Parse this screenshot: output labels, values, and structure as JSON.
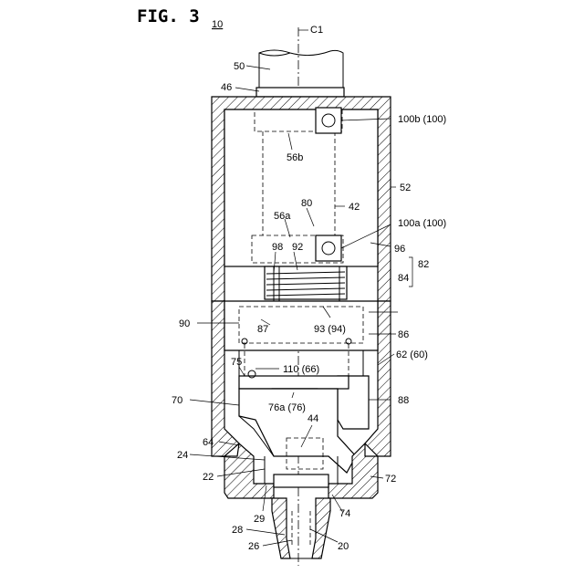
{
  "figure": {
    "title": "FIG. 3",
    "ref_main": "10",
    "axis_label": "C1"
  },
  "labels": {
    "l50": "50",
    "l46": "46",
    "l100b": "100b (100)",
    "l56b": "56b",
    "l52": "52",
    "l80": "80",
    "l42": "42",
    "l56a": "56a",
    "l100a": "100a (100)",
    "l98": "98",
    "l92": "92",
    "l96": "96",
    "l82": "82",
    "l84": "84",
    "l90": "90",
    "l87": "87",
    "l93": "93 (94)",
    "l86": "86",
    "l62": "62 (60)",
    "l75": "75",
    "l110": "110 (66)",
    "l70": "70",
    "l76a": "76a (76)",
    "l88": "88",
    "l44": "44",
    "l64": "64",
    "l24": "24",
    "l22": "22",
    "l72": "72",
    "l29": "29",
    "l74": "74",
    "l28": "28",
    "l26": "26",
    "l20": "20"
  }
}
